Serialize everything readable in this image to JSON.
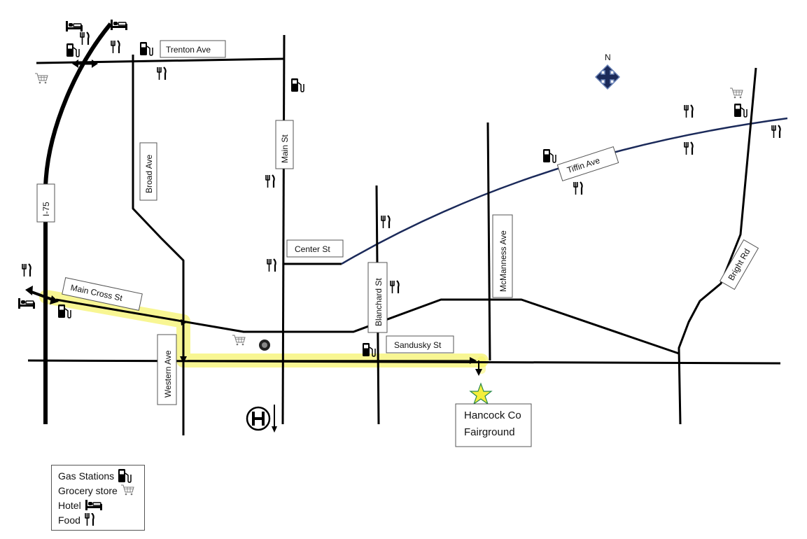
{
  "compass": {
    "north_label": "N"
  },
  "roads": {
    "trenton": "Trenton Ave",
    "broad": "Broad Ave",
    "main": "Main St",
    "i75": "I-75",
    "tiffin": "Tiffin Ave",
    "center": "Center St",
    "blanchard": "Blanchard St",
    "mcmanness": "McManness Ave",
    "bright": "Bright Rd",
    "main_cross": "Main Cross St",
    "sandusky": "Sandusky St",
    "western": "Western Ave"
  },
  "destination": {
    "line1": "Hancock Co",
    "line2": "Fairground"
  },
  "legend": {
    "gas": "Gas Stations",
    "grocery": "Grocery store",
    "hotel": "Hotel",
    "food": "Food"
  },
  "colors": {
    "highlight": "#f2ee3a",
    "tiffin_road": "#1b2a5a",
    "star": "#f5ee3a"
  }
}
